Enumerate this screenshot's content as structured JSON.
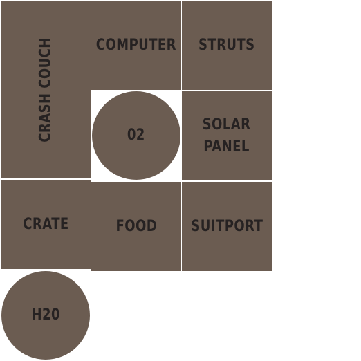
{
  "modules": {
    "crash_couch": "CRASH COUCH",
    "computer": "COMPUTER",
    "struts": "STRUTS",
    "o2": "02",
    "solar_panel": [
      "SOLAR",
      "PANEL"
    ],
    "crate": "CRATE",
    "food": "FOOD",
    "suitport": "SUITPORT",
    "h2o": "H20"
  },
  "colors": {
    "tile_fill": "#6b5c51",
    "label_text": "#262222",
    "background": "#ffffff"
  }
}
